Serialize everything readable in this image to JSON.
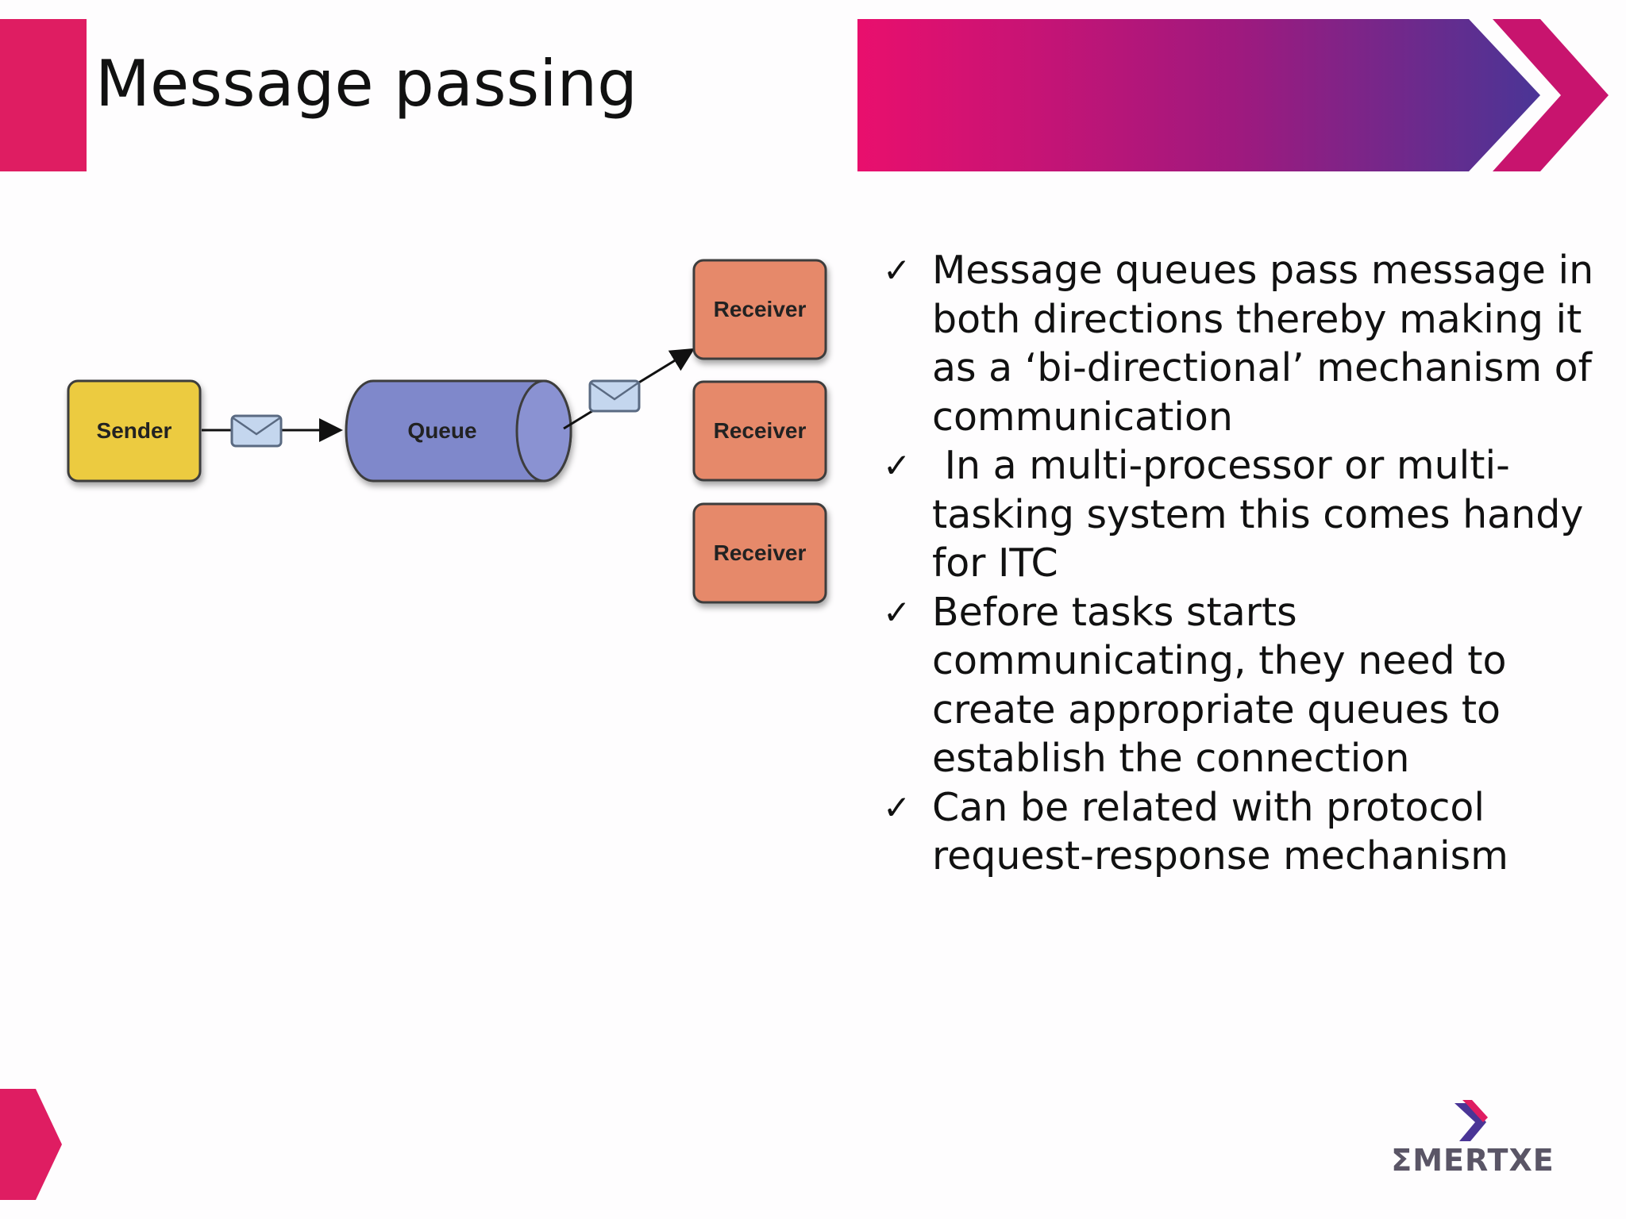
{
  "slide": {
    "title": "Message passing",
    "colors": {
      "accent": "#df1d62",
      "purple": "#4a3596"
    }
  },
  "diagram": {
    "sender_label": "Sender",
    "queue_label": "Queue",
    "receiver_labels": [
      "Receiver",
      "Receiver",
      "Receiver"
    ],
    "colors": {
      "sender": "#eccb3f",
      "queue": "#7f88cb",
      "receiver": "#e6896a"
    }
  },
  "bullets": [
    "Message queues pass message in both directions thereby making it as a ‘bi-directional’ mechanism of communication",
    " In a multi-processor or multi-tasking system this comes handy for ITC",
    "Before tasks starts communicating, they need to create appropriate queues to establish the connection",
    "Can be related with protocol request-response mechanism"
  ],
  "logo": {
    "text": "ΣMERTXE"
  }
}
